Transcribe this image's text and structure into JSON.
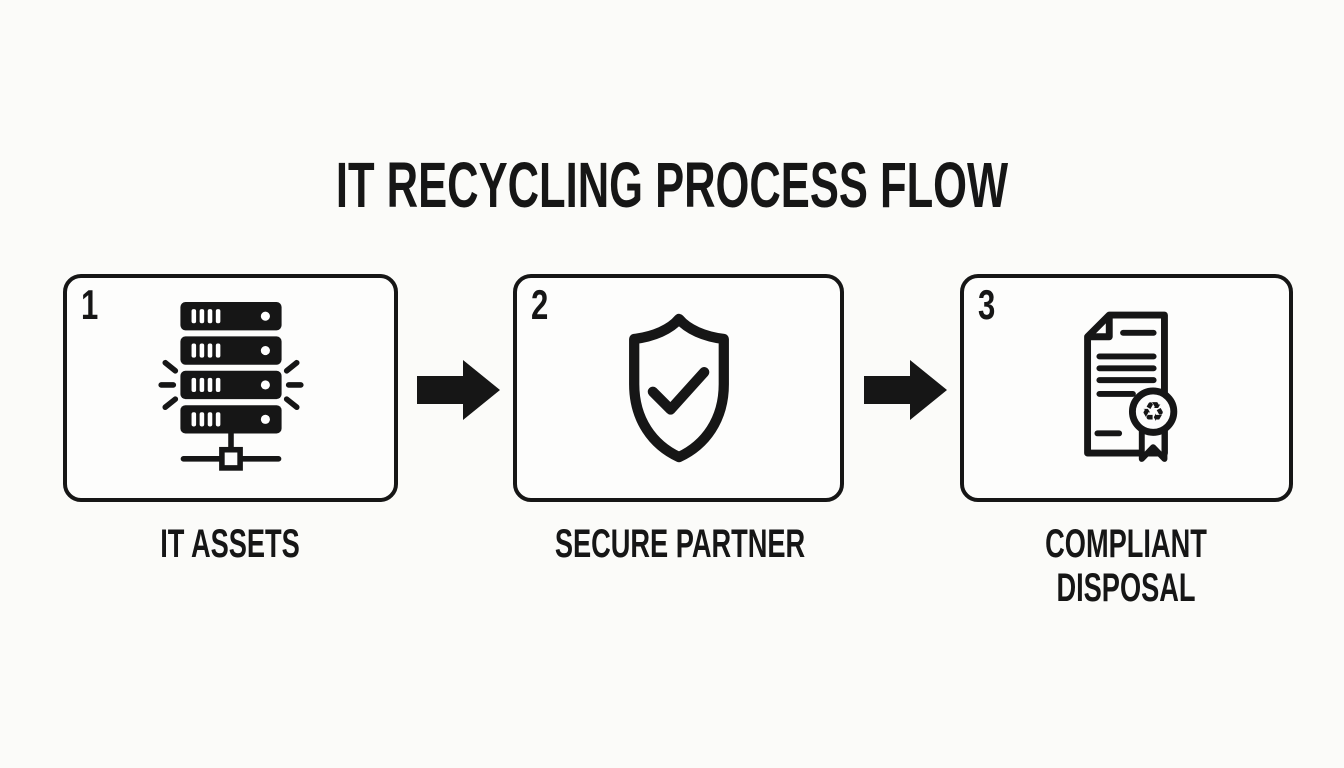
{
  "title": "IT RECYCLING PROCESS FLOW",
  "steps": [
    {
      "number": "1",
      "label": "IT ASSETS",
      "icon": "server-stack-icon"
    },
    {
      "number": "2",
      "label": "SECURE PARTNER",
      "icon": "shield-check-icon"
    },
    {
      "number": "3",
      "label": "COMPLIANT DISPOSAL",
      "icon": "certificate-recycle-icon"
    }
  ],
  "connectors": [
    {
      "name": "arrow-1",
      "direction": "right"
    },
    {
      "name": "arrow-2",
      "direction": "right"
    }
  ],
  "icons": {
    "recycle_glyph": "♻"
  },
  "colors": {
    "background": "#fbfbf9",
    "box_background": "#fdfdfc",
    "ink": "#161616"
  }
}
